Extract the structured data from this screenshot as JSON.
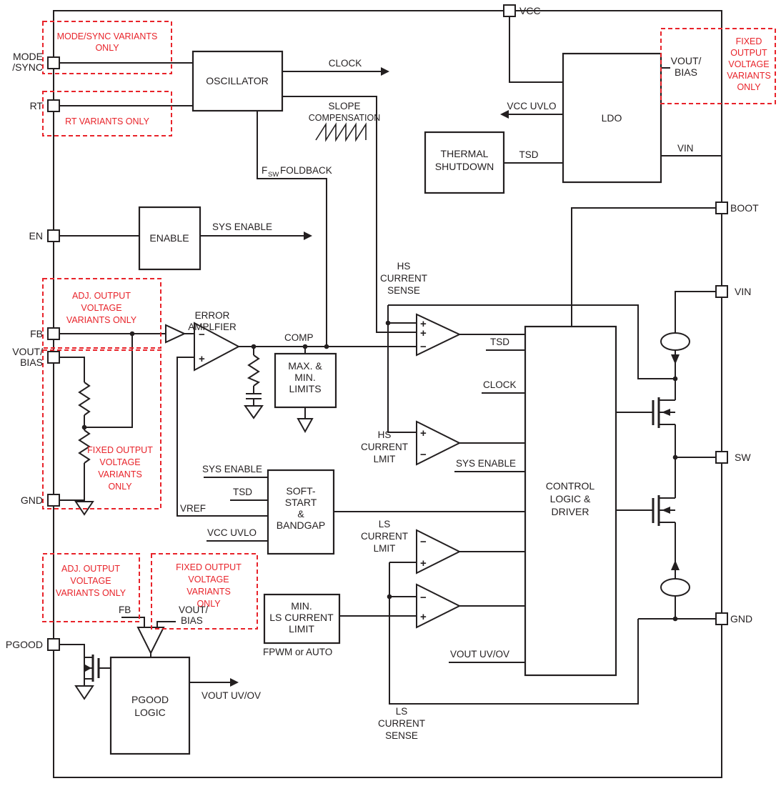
{
  "pins": {
    "mode_sync": {
      "l1": "MODE",
      "l2": "/SYNC"
    },
    "rt": "RT",
    "en": "EN",
    "fb": "FB",
    "vout_bias": {
      "l1": "VOUT/",
      "l2": "BIAS"
    },
    "gnd_left": "GND",
    "pgood": "PGOOD",
    "vcc": "VCC",
    "boot": "BOOT",
    "vin": "VIN",
    "sw": "SW",
    "gnd_right": "GND"
  },
  "blocks": {
    "oscillator": "OSCILLATOR",
    "ldo": "LDO",
    "thermal": {
      "l1": "THERMAL",
      "l2": "SHUTDOWN"
    },
    "enable": "ENABLE",
    "maxmin": {
      "l1": "MAX. &",
      "l2": "MIN.",
      "l3": "LIMITS"
    },
    "softstart": {
      "l1": "SOFT-",
      "l2": "START",
      "l3": "&",
      "l4": "BANDGAP"
    },
    "minls": {
      "l1": "MIN.",
      "l2": "LS CURRENT",
      "l3": "LIMIT"
    },
    "pgood_logic": {
      "l1": "PGOOD",
      "l2": "LOGIC"
    },
    "control": {
      "l1": "CONTROL",
      "l2": "LOGIC &",
      "l3": "DRIVER"
    }
  },
  "labels": {
    "clock": "CLOCK",
    "slope": {
      "l1": "SLOPE",
      "l2": "COMPENSATION"
    },
    "fsw": {
      "f": "F",
      "sub": "SW",
      "rest": "FOLDBACK"
    },
    "vcc_uvlo": "VCC UVLO",
    "tsd": "TSD",
    "vin_internal": "VIN",
    "vout_bias_tr": {
      "l1": "VOUT/",
      "l2": "BIAS"
    },
    "sys_enable": "SYS ENABLE",
    "hs_sense": {
      "l1": "HS",
      "l2": "CURRENT",
      "l3": "SENSE"
    },
    "error_amp": {
      "l1": "ERROR",
      "l2": "AMPLFIER"
    },
    "comp": "COMP",
    "tsd_ctrl": "TSD",
    "clock_ctrl": "CLOCK",
    "hs_limit": {
      "l1": "HS",
      "l2": "CURRENT",
      "l3": "LMIT"
    },
    "sys_enable_ctrl": "SYS ENABLE",
    "sys_enable_ss": "SYS ENABLE",
    "tsd_ss": "TSD",
    "vref": "VREF",
    "vcc_uvlo_ss": "VCC UVLO",
    "ls_limit": {
      "l1": "LS",
      "l2": "CURRENT",
      "l3": "LMIT"
    },
    "vout_uvov_ctrl": "VOUT UV/OV",
    "fpwm": "FPWM or AUTO",
    "fb_int": "FB",
    "vout_bias_int": {
      "l1": "VOUT/",
      "l2": "BIAS"
    },
    "vout_uvov_pg": "VOUT UV/OV",
    "ls_sense": {
      "l1": "LS",
      "l2": "CURRENT",
      "l3": "SENSE"
    },
    "plus": "+",
    "minus": "−"
  },
  "notes": {
    "mode_sync": {
      "l1": "MODE/SYNC VARIANTS",
      "l2": "ONLY"
    },
    "rt": {
      "l1": "RT VARIANTS ONLY"
    },
    "fixed_tr": {
      "l1": "FIXED",
      "l2": "OUTPUT",
      "l3": "VOLTAGE",
      "l4": "VARIANTS",
      "l5": "ONLY"
    },
    "adj_fb": {
      "l1": "ADJ. OUTPUT",
      "l2": "VOLTAGE",
      "l3": "VARIANTS ONLY"
    },
    "fixed_div": {
      "l1": "FIXED OUTPUT",
      "l2": "VOLTAGE",
      "l3": "VARIANTS",
      "l4": "ONLY"
    },
    "adj_pg": {
      "l1": "ADJ. OUTPUT",
      "l2": "VOLTAGE",
      "l3": "VARIANTS ONLY"
    },
    "fixed_pg": {
      "l1": "FIXED OUTPUT",
      "l2": "VOLTAGE",
      "l3": "VARIANTS",
      "l4": "ONLY"
    }
  },
  "colors": {
    "note_red": "#e8232a",
    "line": "#231f20",
    "bg": "#ffffff"
  }
}
